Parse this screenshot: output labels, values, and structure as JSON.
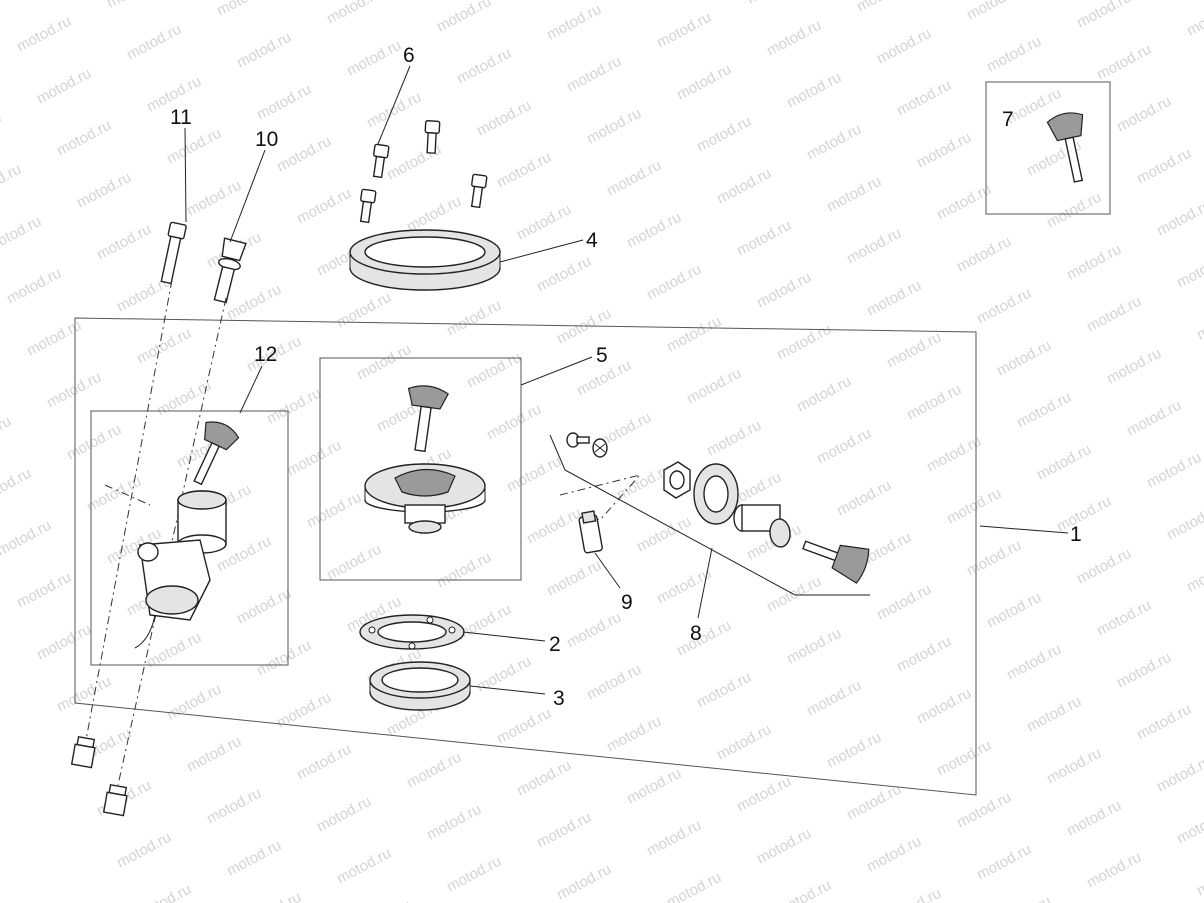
{
  "watermark": "motod.ru",
  "callouts": [
    {
      "id": "1",
      "label": "1"
    },
    {
      "id": "2",
      "label": "2"
    },
    {
      "id": "3",
      "label": "3"
    },
    {
      "id": "4",
      "label": "4"
    },
    {
      "id": "5",
      "label": "5"
    },
    {
      "id": "6",
      "label": "6"
    },
    {
      "id": "7",
      "label": "7"
    },
    {
      "id": "8",
      "label": "8"
    },
    {
      "id": "9",
      "label": "9"
    },
    {
      "id": "10",
      "label": "10"
    },
    {
      "id": "11",
      "label": "11"
    },
    {
      "id": "12",
      "label": "12"
    }
  ],
  "colors": {
    "line": "#222222",
    "watermark": "#d3d3d3",
    "background": "#ffffff"
  }
}
